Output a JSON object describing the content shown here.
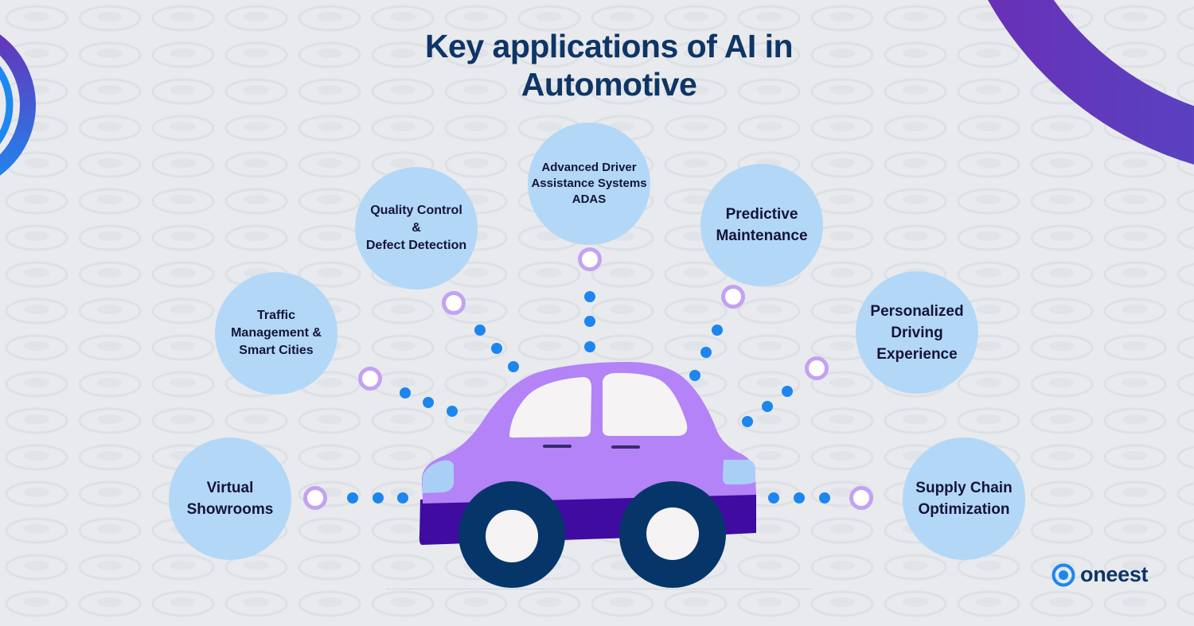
{
  "title": "Key applications of AI in Automotive",
  "applications": [
    {
      "id": "virtual-showrooms",
      "label": "Virtual\nShowrooms"
    },
    {
      "id": "traffic-management",
      "label": "Traffic\nManagement &\nSmart Cities"
    },
    {
      "id": "quality-control",
      "label": "Quality Control\n&\nDefect Detection"
    },
    {
      "id": "adas",
      "label": "Advanced Driver\nAssistance Systems\nADAS"
    },
    {
      "id": "predictive-maintenance",
      "label": "Predictive\nMaintenance"
    },
    {
      "id": "personalized-driving",
      "label": "Personalized\nDriving\nExperience"
    },
    {
      "id": "supply-chain",
      "label": "Supply Chain\nOptimization"
    }
  ],
  "brand": {
    "name": "oneest"
  },
  "colors": {
    "title": "#0e3566",
    "bubble": "#b3d7f7",
    "dot": "#1d86ee",
    "ring": "#c3a2f2",
    "car_body": "#b383f7",
    "car_bottom": "#3f0ba0",
    "tire": "#063669",
    "accent_purple": "#5b2db3",
    "accent_blue": "#3b63d6"
  },
  "icons": {
    "car": "car-illustration",
    "logo": "oneest-logo-icon"
  }
}
